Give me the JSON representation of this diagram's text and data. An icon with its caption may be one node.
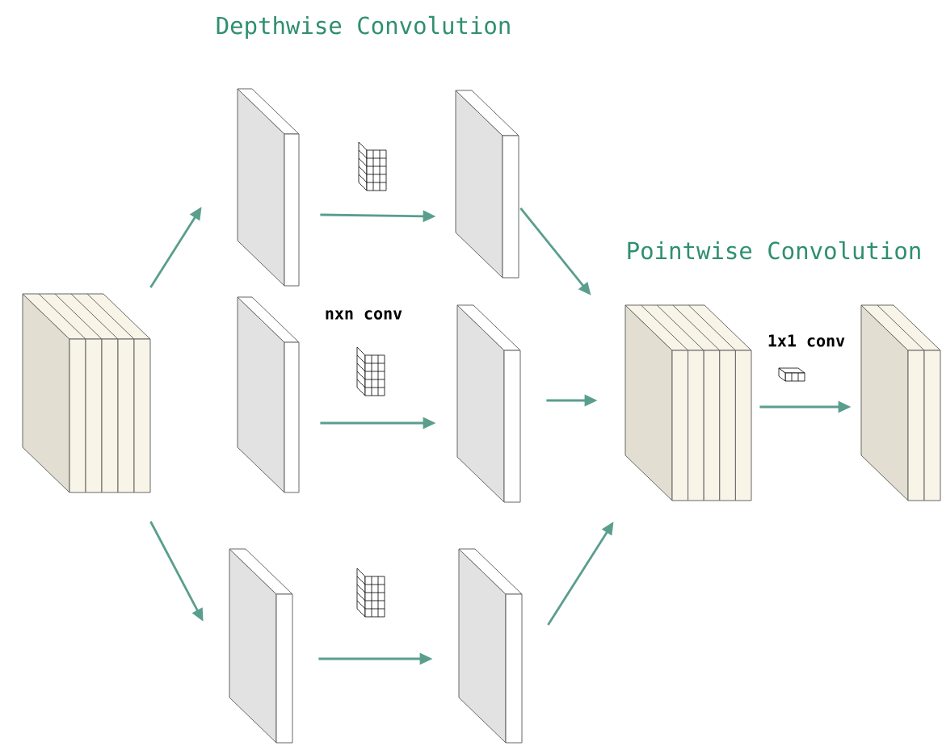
{
  "diagram": {
    "nodes": [
      {
        "text": [],
        "shape": "box"
      },
      {
        "text": [],
        "shape": "box"
      },
      {
        "text": [],
        "shape": "box"
      },
      {
        "text": [],
        "shape": "box"
      },
      {
        "text": [],
        "shape": "box"
      },
      {
        "text": [],
        "shape": "box"
      },
      {
        "text": [],
        "shape": "box"
      },
      {
        "text": [],
        "shape": "box"
      },
      {
        "text": [],
        "shape": "box"
      }
    ],
    "edges": [
      {
        "from": 0,
        "to": 1,
        "arrow": "to"
      },
      {
        "from": 0,
        "to": 3,
        "arrow": "to"
      },
      {
        "from": 1,
        "to": 4,
        "arrow": "to"
      },
      {
        "from": 2,
        "to": 5,
        "arrow": "to"
      },
      {
        "from": 3,
        "to": 6,
        "arrow": "to"
      },
      {
        "from": 4,
        "to": 7,
        "arrow": "to"
      },
      {
        "from": 5,
        "to": 7,
        "arrow": "to"
      },
      {
        "from": 6,
        "to": 7,
        "arrow": "to"
      },
      {
        "from": 7,
        "to": 8,
        "arrow": "to"
      }
    ],
    "labels": [
      "Depthwise Convolution",
      "nxn conv",
      "Pointwise Convolution",
      "1x1 conv"
    ]
  }
}
